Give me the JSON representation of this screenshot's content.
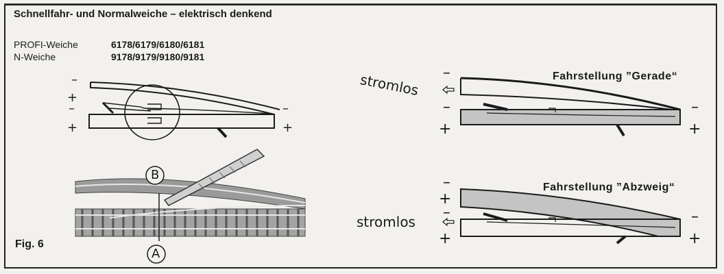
{
  "title": "Schnellfahr- und Normalweiche – elektrisch denkend",
  "types": [
    {
      "label": "PROFI-Weiche",
      "numbers": "6178/6179/6180/6181"
    },
    {
      "label": "N-Weiche",
      "numbers": "9178/9179/9180/9181"
    }
  ],
  "figure": "Fig. 6",
  "markers": {
    "b": "B",
    "a": "A"
  },
  "states": {
    "straight": "Fahrstellung ”Gerade“",
    "branch": "Fahrstellung ”Abzweig“"
  },
  "no_power": "stromlos",
  "signs": {
    "plus": "+",
    "minus": "–"
  },
  "colors": {
    "powered": "#c4c4c4",
    "line": "#1a1a1a"
  }
}
